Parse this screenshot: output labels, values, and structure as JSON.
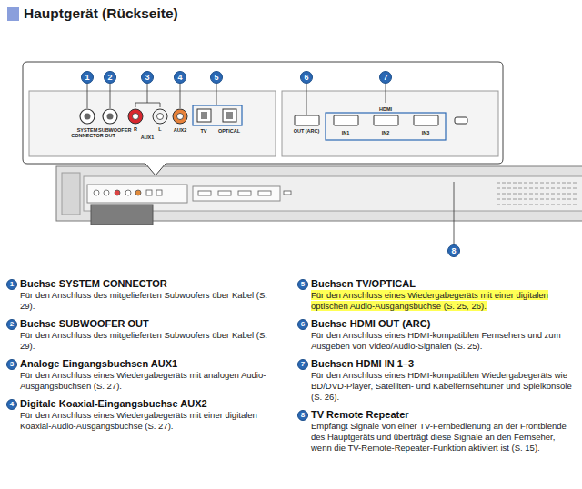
{
  "diagram": {
    "title": "Hauptgerät (Rückseite)",
    "nodes": [
      {
        "text": [
          "1"
        ]
      },
      {
        "text": [
          "2"
        ]
      },
      {
        "text": [
          "3"
        ]
      },
      {
        "text": [
          "4"
        ]
      },
      {
        "text": [
          "5"
        ]
      },
      {
        "text": [
          "6"
        ]
      },
      {
        "text": [
          "7"
        ]
      },
      {
        "text": [
          "8"
        ]
      },
      {
        "text": [
          "1"
        ]
      },
      {
        "text": [
          "2"
        ]
      },
      {
        "text": [
          "3"
        ]
      },
      {
        "text": [
          "4"
        ]
      },
      {
        "text": [
          "5"
        ]
      },
      {
        "text": [
          "6"
        ]
      },
      {
        "text": [
          "7"
        ]
      },
      {
        "text": [
          "8"
        ]
      }
    ],
    "labels": [
      "SYSTEM CONNECTOR",
      "SUBWOOFER OUT",
      "R",
      "L",
      "AUX1",
      "AUX2",
      "TV",
      "OPTICAL",
      "HDMI",
      "OUT (ARC)",
      "IN1",
      "IN2",
      "IN3",
      "Buchse SYSTEM CONNECTOR",
      "Für den Anschluss des mitgelieferten Subwoofers über Kabel (S. 29).",
      "Buchse SUBWOOFER OUT",
      "Für den Anschluss des mitgelieferten Subwoofers über Kabel (S. 29).",
      "Analoge Eingangsbuchsen AUX1",
      "Für den Anschluss eines Wiedergabegeräts mit analogen Audio-Ausgangsbuchsen (S. 27).",
      "Digitale Koaxial-Eingangsbuchse AUX2",
      "Für den Anschluss eines Wiedergabegeräts mit einer digitalen Koaxial-Audio-Ausgangsbuchse (S. 27).",
      "Buchsen TV/OPTICAL",
      "Für den Anschluss eines Wiedergabegeräts mit einer digitalen optischen Audio-Ausgangsbuchse (S. 25, 26).",
      "Buchse HDMI OUT (ARC)",
      "Für den Anschluss eines HDMI-kompatiblen Fernsehers und zum Ausgeben von Video/Audio-Signalen (S. 25).",
      "Buchsen HDMI IN 1–3",
      "Für den Anschluss eines HDMI-kompatiblen Wiedergabegeräts wie BD/DVD-Player, Satelliten- und Kabelfernsehtuner und Spielkonsole (S. 26).",
      "TV Remote Repeater",
      "Empfängt Signale von einer TV-Fernbedienung an der Frontblende des Hauptgeräts und überträgt diese Signale an den Fernseher, wenn die TV-Remote-Repeater-Funktion aktiviert ist (S. 15)."
    ]
  }
}
